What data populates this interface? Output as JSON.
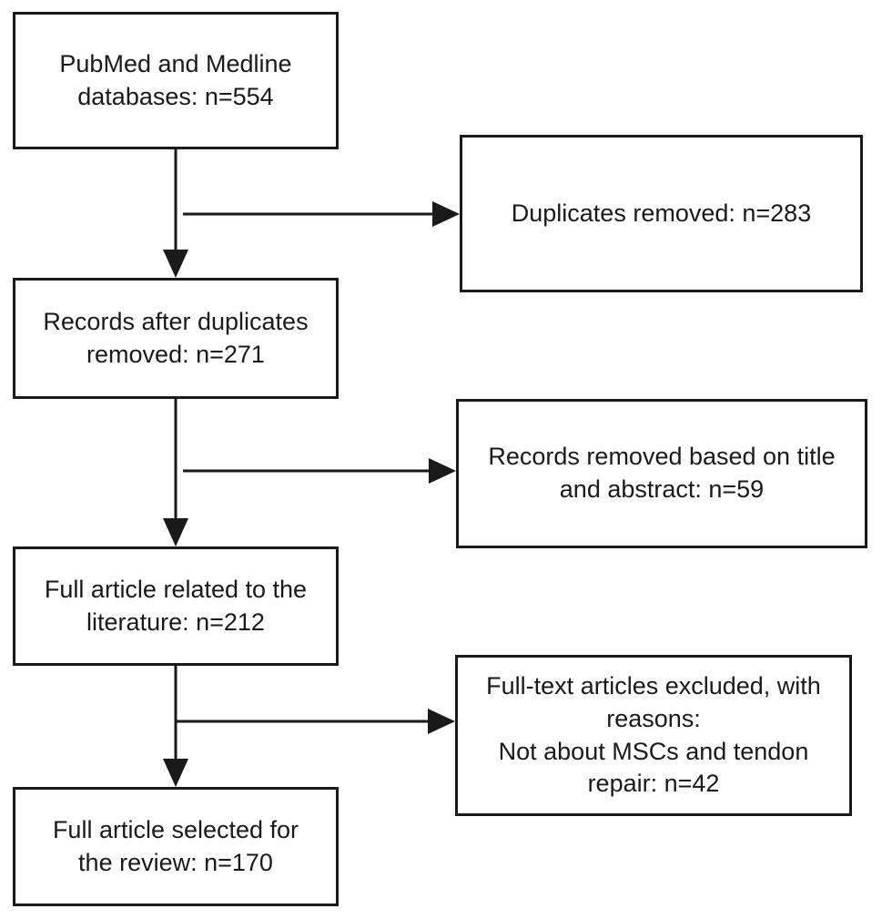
{
  "flow": {
    "main_boxes": [
      {
        "id": "box-1",
        "lines": [
          "PubMed and Medline",
          "databases: n=554"
        ]
      },
      {
        "id": "box-2",
        "lines": [
          "Records after duplicates",
          "removed: n=271"
        ]
      },
      {
        "id": "box-3",
        "lines": [
          "Full article related to the",
          "literature: n=212"
        ]
      },
      {
        "id": "box-4",
        "lines": [
          "Full article selected for",
          "the review: n=170"
        ]
      }
    ],
    "side_boxes": [
      {
        "id": "box-5",
        "lines": [
          "Duplicates removed: n=283"
        ]
      },
      {
        "id": "box-6",
        "lines": [
          "Records removed based on title",
          "and abstract: n=59"
        ]
      },
      {
        "id": "box-7",
        "lines": [
          "Full-text articles excluded, with",
          "reasons:",
          "Not about MSCs and tendon",
          "repair: n=42"
        ]
      }
    ]
  }
}
